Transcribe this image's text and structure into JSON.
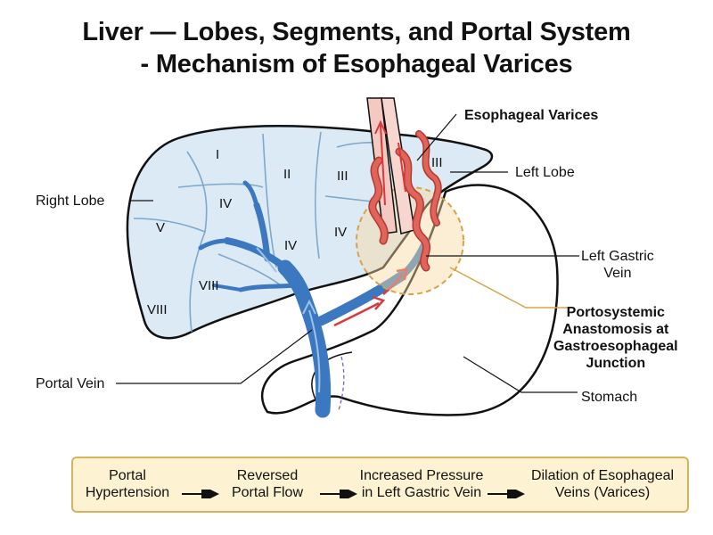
{
  "title": {
    "line1": "Liver — Lobes, Segments, and Portal System",
    "line2": "- Mechanism of Esophageal Varices"
  },
  "labels": {
    "esophageal_varices": "Esophageal Varices",
    "left_lobe": "Left Lobe",
    "right_lobe": "Right Lobe",
    "left_gastric_vein": [
      "Left Gastric",
      "Vein"
    ],
    "anastomosis": [
      "Portosystemic",
      "Anastomosis at",
      "Gastroesophageal",
      "Junction"
    ],
    "portal_vein": "Portal Vein",
    "stomach": "Stomach"
  },
  "segments": {
    "s_I": "I",
    "s_II": "II",
    "s_III_a": "III",
    "s_III_b": "III",
    "s_IV_a": "IV",
    "s_IV_b": "IV",
    "s_IV_c": "IV",
    "s_V": "V",
    "s_VIII_a": "VIII",
    "s_VIII_b": "VIII"
  },
  "flow": [
    [
      "Portal",
      "Hypertension"
    ],
    [
      "Reversed",
      "Portal Flow"
    ],
    [
      "Increased Pressure",
      "in Left Gastric Vein"
    ],
    [
      "Dilation of Esophageal",
      "Veins (Varices)"
    ]
  ],
  "colors": {
    "liver_fill": "#dceaf5",
    "vein_blue": "#3b78c0",
    "varix_red": "#e0645a",
    "anastomosis_ring": "#d9a24a",
    "flow_box_fill": "#fdf3d2"
  }
}
